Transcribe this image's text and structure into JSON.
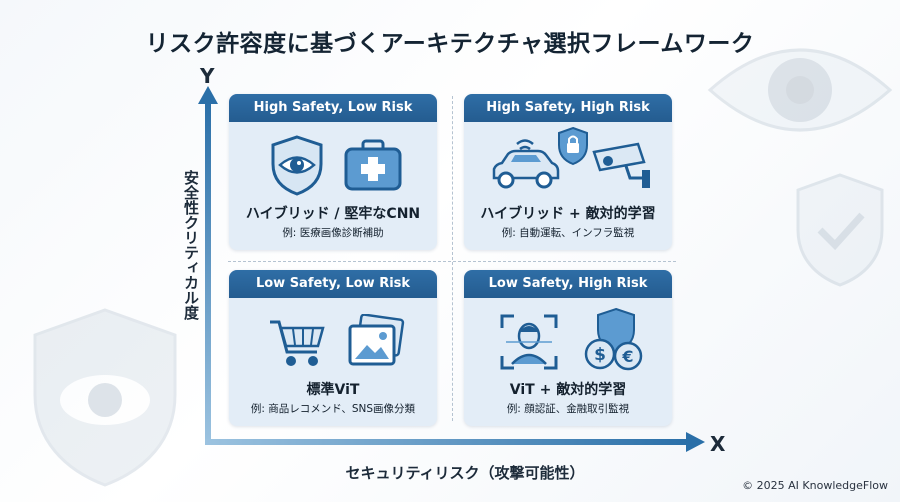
{
  "title": "リスク許容度に基づくアーキテクチャ選択フレームワーク",
  "axes": {
    "y_letter": "Y",
    "x_letter": "X",
    "y_label": "安全性クリティカル度",
    "x_label": "セキュリティリスク（攻撃可能性）"
  },
  "quadrants": {
    "top_left": {
      "header": "High Safety, Low Risk",
      "title": "ハイブリッド / 堅牢なCNN",
      "example": "例: 医療画像診断補助",
      "icons": [
        "shield-eye-icon",
        "medical-kit-icon"
      ]
    },
    "top_right": {
      "header": "High Safety, High Risk",
      "title": "ハイブリッド + 敵対的学習",
      "example": "例: 自動運転、インフラ監視",
      "icons": [
        "connected-car-icon",
        "lock-shield-icon",
        "security-camera-icon"
      ]
    },
    "bottom_left": {
      "header": "Low Safety, Low Risk",
      "title": "標準ViT",
      "example": "例: 商品レコメンド、SNS画像分類",
      "icons": [
        "shopping-cart-icon",
        "photo-icon"
      ]
    },
    "bottom_right": {
      "header": "Low Safety, High Risk",
      "title": "ViT + 敵対的学習",
      "example": "例: 顔認証、金融取引監視",
      "icons": [
        "face-scan-icon",
        "currency-shield-icon"
      ]
    }
  },
  "colors": {
    "header": "#2a66a0",
    "panel": "#e3edf7",
    "axis_arrow": "#2a6fa8",
    "icon_stroke": "#1f5d94"
  },
  "copyright": "© 2025 AI KnowledgeFlow"
}
